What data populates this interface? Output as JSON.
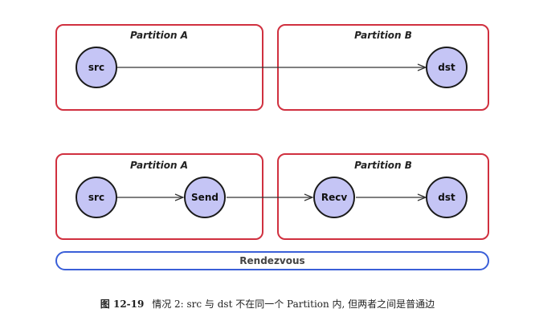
{
  "colors": {
    "partition_border": "#d0303f",
    "rendezvous_border": "#3a5fd8",
    "node_fill": "#c5c5f5",
    "node_stroke": "#1a1a1a",
    "edge": "#333333"
  },
  "top": {
    "partition_a": "Partition A",
    "partition_b": "Partition B",
    "src": "src",
    "dst": "dst"
  },
  "bottom": {
    "partition_a": "Partition A",
    "partition_b": "Partition B",
    "src": "src",
    "send": "Send",
    "recv": "Recv",
    "dst": "dst"
  },
  "rendezvous": "Rendezvous",
  "caption": {
    "figure": "图 12-19",
    "text": "情况 2: src 与 dst 不在同一个 Partition 内, 但两者之间是普通边"
  }
}
